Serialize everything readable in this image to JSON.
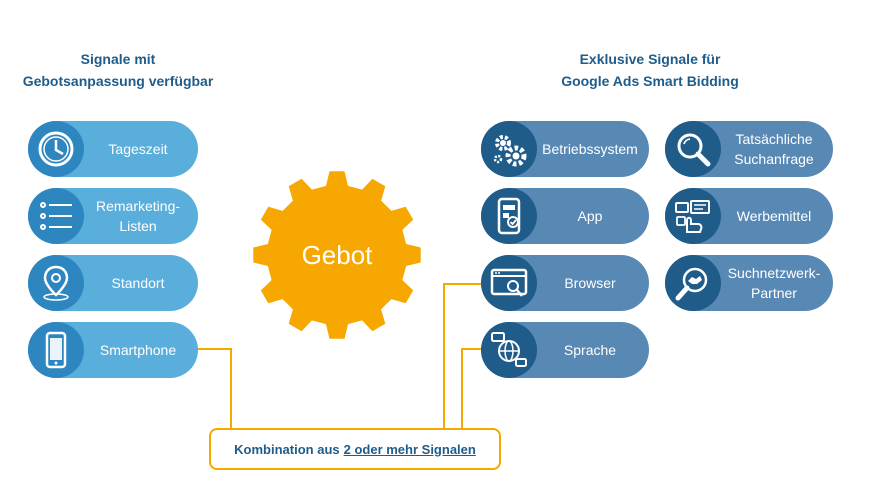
{
  "left_heading": [
    "Signale mit",
    "Gebotsanpassung verfügbar"
  ],
  "right_heading": [
    "Exklusive Signale für",
    "Google Ads Smart Bidding"
  ],
  "center": "Gebot",
  "left_signals": [
    {
      "label": [
        "Tageszeit"
      ],
      "icon": "clock-icon"
    },
    {
      "label": [
        "Remarketing-",
        "Listen"
      ],
      "icon": "list-icon"
    },
    {
      "label": [
        "Standort"
      ],
      "icon": "location-pin-icon"
    },
    {
      "label": [
        "Smartphone"
      ],
      "icon": "smartphone-icon"
    }
  ],
  "right_signals_col1": [
    {
      "label": [
        "Betriebssystem"
      ],
      "icon": "gears-icon"
    },
    {
      "label": [
        "App"
      ],
      "icon": "mobile-app-icon"
    },
    {
      "label": [
        "Browser"
      ],
      "icon": "browser-search-icon"
    },
    {
      "label": [
        "Sprache"
      ],
      "icon": "globe-chat-icon"
    }
  ],
  "right_signals_col2": [
    {
      "label": [
        "Tatsächliche",
        "Suchanfrage"
      ],
      "icon": "magnifier-icon"
    },
    {
      "label": [
        "Werbemittel"
      ],
      "icon": "ad-creative-icon"
    },
    {
      "label": [
        "Suchnetzwerk-",
        "Partner"
      ],
      "icon": "partner-search-icon"
    }
  ],
  "combination": {
    "prefix": "Kombination aus",
    "link": "2 oder mehr Signalen"
  },
  "colors": {
    "light_pill": "#5aaedb",
    "dark_pill": "#5889b4",
    "connector": "#f6a800",
    "gear": "#f6a800",
    "heading": "#1f5c8a"
  }
}
